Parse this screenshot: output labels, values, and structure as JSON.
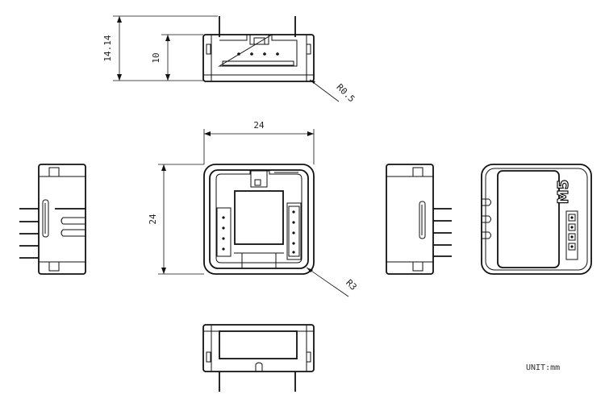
{
  "dimensions": {
    "height_total": "14.14",
    "height_body": "10",
    "radius_top": "R0.5",
    "width": "24",
    "height": "24",
    "radius_corner": "R3"
  },
  "logo": "M5",
  "unit_label": "UNIT:mm"
}
